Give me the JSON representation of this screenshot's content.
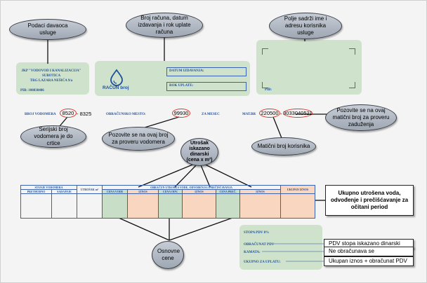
{
  "callouts": {
    "provider_data": "Podaci davaoca usluge",
    "bill_number": "Broj računa, datum izdavanja i rok uplate računa",
    "address_field": "Polje sadrži ime i adresu korisnika usluge",
    "meter_serial": "Serijski broj vodomera je do crtice",
    "check_meter": "Pozovite se na ovaj broj za proveru vodomera",
    "check_debt": "Pozovite se na ovaj matični broj za proveru zaduženja",
    "user_id": "Matični broj korisnika",
    "consumption": "Utrošak iskazano dinarski (cena x m³)",
    "base_prices": "Osnovne cene",
    "total_box": "Ukupno utrošena voda, odvođenje i prečišćavanje za očitani period",
    "vat_box": "PDV stopa iskazano dinarski",
    "interest_box": "Ne obračunava se",
    "payment_box": "Ukupan iznos + obračunat PDV"
  },
  "provider": {
    "line1": "JKP \"VODOVOD I KANALIZACIJA\"",
    "line2": "SUBOTICA",
    "line3": "TRG LAZARA NEŠIĆA 9/a",
    "pib": "PIB: 100838486"
  },
  "bill_header": {
    "logo_text": "RAČUN broj",
    "date_label": "DATUM IZDAVANJA:",
    "due_label": "ROK UPLATE:"
  },
  "address_block": {
    "pib_label": "PIB:"
  },
  "meter_row": {
    "meter_label": "BROJ VODOMERA",
    "meter_serial": "8520",
    "meter_rest": "- 8325",
    "place_label": "OBRAČUNSKO MESTO:",
    "place_value": "99930",
    "month_label": "ZA MESEC",
    "id_label": "MAT.BR",
    "id_part1": "220500",
    "id_part2": "3033040521"
  },
  "table": {
    "state_header": "STANJE VODOMERA",
    "prev": "PRETHODNO",
    "curr": "SADAŠNJE",
    "usage": "UTROŠAK m³",
    "calc_header": "OBRAČUN UTROŠKA VODE, ODVOĐENJA I PREČIŠĆAVANJA",
    "price_water": "CENA VODE",
    "amount1": "IZNOS",
    "price_drain": "CENA ODV.",
    "amount2": "IZNOS",
    "price_purif": "CENA PREČ.",
    "amount3": "IZNOS",
    "total_header": "UKUPAN IZNOS"
  },
  "totals": {
    "vat_rate": "STOPA PDV 8%",
    "vat_calc": "OBRAČUNAT PDV",
    "interest": "KAMATA:",
    "to_pay": "UKUPNO ZA UPLATU:"
  },
  "colors": {
    "highlight_green": "#c9dec6",
    "highlight_orange": "#f9d6bf",
    "form_blue": "#1f4e9b",
    "circle_red": "#d23b2a"
  }
}
